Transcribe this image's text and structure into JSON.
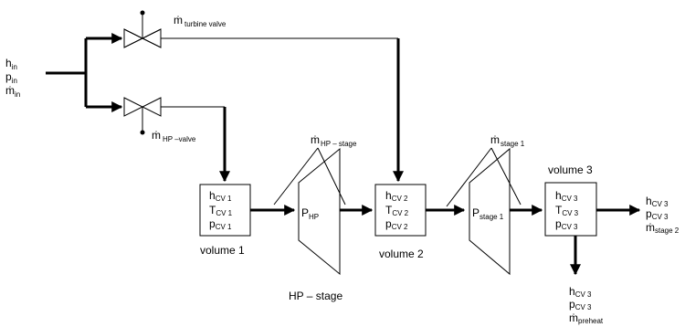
{
  "inlet": {
    "h": "h",
    "h_sub": "in",
    "p": "p",
    "p_sub": "in",
    "m": "ṁ",
    "m_sub": "in"
  },
  "valves": {
    "turbine": {
      "m": "ṁ",
      "sub": "turbine valve"
    },
    "hp": {
      "m": "ṁ",
      "sub": "HP –valve"
    }
  },
  "volumes": [
    {
      "name": "volume 1",
      "h_sub": "CV 1",
      "T_sub": "CV 1",
      "p_sub": "CV 1"
    },
    {
      "name": "volume 2",
      "h_sub": "CV 2",
      "T_sub": "CV 2",
      "p_sub": "CV 2"
    },
    {
      "name": "volume 3",
      "h_sub": "CV 3",
      "T_sub": "CV 3",
      "p_sub": "CV 3"
    }
  ],
  "stages": {
    "hp": {
      "name": "HP – stage",
      "m_sub": "HP – stage",
      "P": "P",
      "P_sub": "HP"
    },
    "stage1": {
      "m_sub": "stage 1",
      "P": "P",
      "P_sub": "stage 1"
    }
  },
  "outlets": {
    "right": {
      "h_sub": "CV 3",
      "p_sub": "CV 3",
      "m_sub": "stage 2"
    },
    "down": {
      "h_sub": "CV 3",
      "p_sub": "CV 3",
      "m_sub": "preheat"
    }
  },
  "symbols": {
    "h": "h",
    "T": "T",
    "p": "p",
    "m": "ṁ",
    "P": "P"
  }
}
